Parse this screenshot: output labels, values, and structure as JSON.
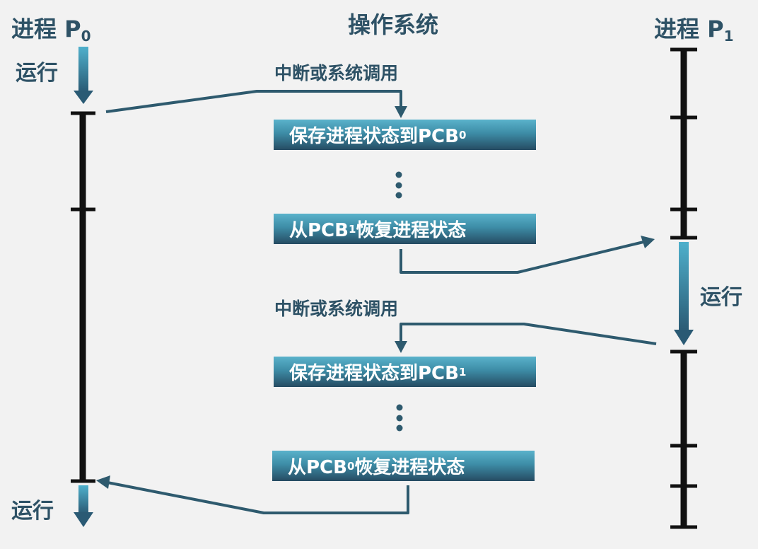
{
  "headers": {
    "p0_text": "进程 P",
    "p0_sub": "0",
    "os": "操作系统",
    "p1_text": "进程 P",
    "p1_sub": "1"
  },
  "run_labels": {
    "p0_top": "运行",
    "p1_mid": "运行",
    "p0_bottom": "运行"
  },
  "call_labels": {
    "first": "中断或系统调用",
    "second": "中断或系统调用"
  },
  "steps": [
    {
      "text": "保存进程状态到PCB",
      "sub": "0",
      "suffix": ""
    },
    {
      "text": "从PCB",
      "sub": "1",
      "suffix": "恢复进程状态"
    },
    {
      "text": "保存进程状态到PCB",
      "sub": "1",
      "suffix": ""
    },
    {
      "text": "从PCB",
      "sub": "0",
      "suffix": "恢复进程状态"
    }
  ],
  "colors": {
    "background": "#f2f2f2",
    "text": "#2e5266",
    "connector": "#2e5a6e",
    "timeline": "#111111",
    "run_arrow_top": "#4fb0cc",
    "run_arrow_bottom": "#2a5a74"
  }
}
